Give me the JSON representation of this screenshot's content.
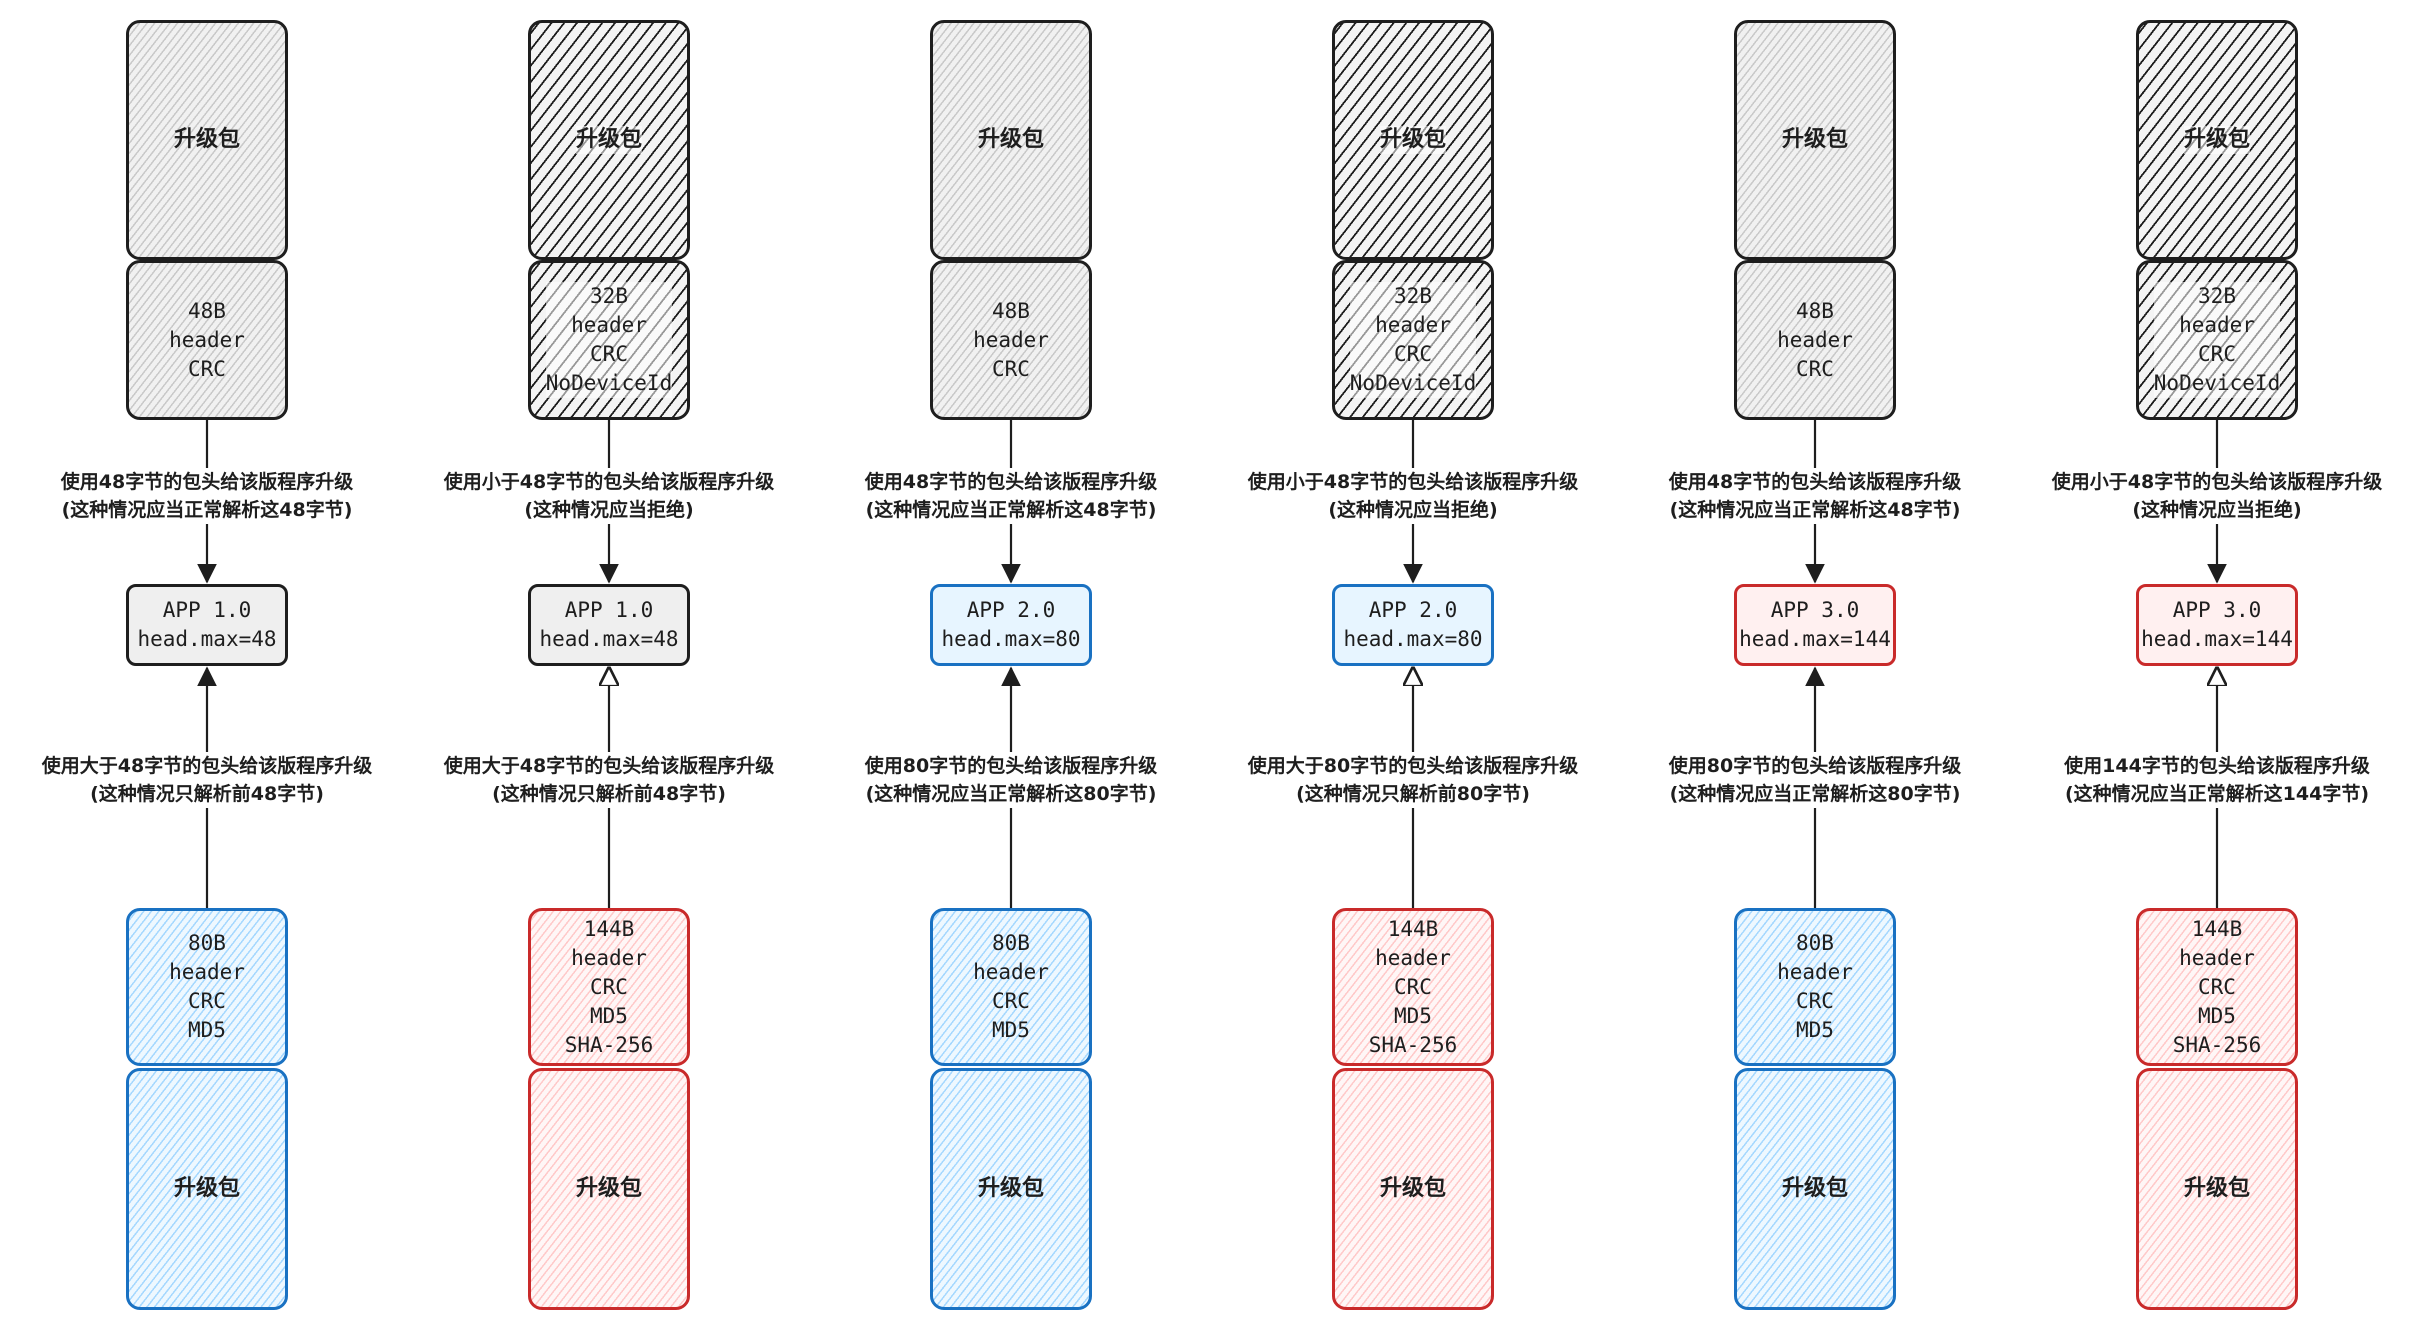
{
  "colors": {
    "black": "#1e1e1e",
    "gray_hatch": "#c9c9c9",
    "blue_stroke": "#1971c2",
    "blue_fill": "#a5d8ff",
    "red_stroke": "#c92a2a",
    "red_fill": "#ffc9c9"
  },
  "columns": [
    {
      "top_package": {
        "label": "升级包",
        "style": "gray"
      },
      "top_header": {
        "lines": [
          "48B",
          "header",
          "CRC"
        ],
        "style": "gray"
      },
      "upper_label": {
        "line1": "使用48字节的包头给该版程序升级",
        "line2": "(这种情况应当正常解析这48字节)"
      },
      "app": {
        "name": "APP 1.0",
        "max": "head.max=48",
        "style": "gray"
      },
      "lower_label": {
        "line1": "使用大于48字节的包头给该版程序升级",
        "line2": "(这种情况只解析前48字节)"
      },
      "bottom_header": {
        "lines": [
          "80B",
          "header",
          "CRC",
          "MD5"
        ],
        "style": "blue"
      },
      "bottom_package": {
        "label": "升级包",
        "style": "blue"
      }
    },
    {
      "top_package": {
        "label": "升级包",
        "style": "black"
      },
      "top_header": {
        "lines": [
          "32B",
          "header",
          "CRC",
          "NoDeviceId"
        ],
        "style": "black"
      },
      "upper_label": {
        "line1": "使用小于48字节的包头给该版程序升级",
        "line2": "(这种情况应当拒绝)"
      },
      "app": {
        "name": "APP 1.0",
        "max": "head.max=48",
        "style": "gray"
      },
      "lower_label": {
        "line1": "使用大于48字节的包头给该版程序升级",
        "line2": "(这种情况只解析前48字节)"
      },
      "bottom_header": {
        "lines": [
          "144B",
          "header",
          "CRC",
          "MD5",
          "SHA-256"
        ],
        "style": "red"
      },
      "bottom_package": {
        "label": "升级包",
        "style": "red"
      }
    },
    {
      "top_package": {
        "label": "升级包",
        "style": "gray"
      },
      "top_header": {
        "lines": [
          "48B",
          "header",
          "CRC"
        ],
        "style": "gray"
      },
      "upper_label": {
        "line1": "使用48字节的包头给该版程序升级",
        "line2": "(这种情况应当正常解析这48字节)"
      },
      "app": {
        "name": "APP 2.0",
        "max": "head.max=80",
        "style": "blue"
      },
      "lower_label": {
        "line1": "使用80字节的包头给该版程序升级",
        "line2": "(这种情况应当正常解析这80字节)"
      },
      "bottom_header": {
        "lines": [
          "80B",
          "header",
          "CRC",
          "MD5"
        ],
        "style": "blue"
      },
      "bottom_package": {
        "label": "升级包",
        "style": "blue"
      }
    },
    {
      "top_package": {
        "label": "升级包",
        "style": "black"
      },
      "top_header": {
        "lines": [
          "32B",
          "header",
          "CRC",
          "NoDeviceId"
        ],
        "style": "black"
      },
      "upper_label": {
        "line1": "使用小于48字节的包头给该版程序升级",
        "line2": "(这种情况应当拒绝)"
      },
      "app": {
        "name": "APP 2.0",
        "max": "head.max=80",
        "style": "blue"
      },
      "lower_label": {
        "line1": "使用大于80字节的包头给该版程序升级",
        "line2": "(这种情况只解析前80字节)"
      },
      "bottom_header": {
        "lines": [
          "144B",
          "header",
          "CRC",
          "MD5",
          "SHA-256"
        ],
        "style": "red"
      },
      "bottom_package": {
        "label": "升级包",
        "style": "red"
      }
    },
    {
      "top_package": {
        "label": "升级包",
        "style": "gray"
      },
      "top_header": {
        "lines": [
          "48B",
          "header",
          "CRC"
        ],
        "style": "gray"
      },
      "upper_label": {
        "line1": "使用48字节的包头给该版程序升级",
        "line2": "(这种情况应当正常解析这48字节)"
      },
      "app": {
        "name": "APP 3.0",
        "max": "head.max=144",
        "style": "red"
      },
      "lower_label": {
        "line1": "使用80字节的包头给该版程序升级",
        "line2": "(这种情况应当正常解析这80字节)"
      },
      "bottom_header": {
        "lines": [
          "80B",
          "header",
          "CRC",
          "MD5"
        ],
        "style": "blue"
      },
      "bottom_package": {
        "label": "升级包",
        "style": "blue"
      }
    },
    {
      "top_package": {
        "label": "升级包",
        "style": "black"
      },
      "top_header": {
        "lines": [
          "32B",
          "header",
          "CRC",
          "NoDeviceId"
        ],
        "style": "black"
      },
      "upper_label": {
        "line1": "使用小于48字节的包头给该版程序升级",
        "line2": "(这种情况应当拒绝)"
      },
      "app": {
        "name": "APP 3.0",
        "max": "head.max=144",
        "style": "red"
      },
      "lower_label": {
        "line1": "使用144字节的包头给该版程序升级",
        "line2": "(这种情况应当正常解析这144字节)"
      },
      "bottom_header": {
        "lines": [
          "144B",
          "header",
          "CRC",
          "MD5",
          "SHA-256"
        ],
        "style": "red"
      },
      "bottom_package": {
        "label": "升级包",
        "style": "red"
      }
    }
  ]
}
